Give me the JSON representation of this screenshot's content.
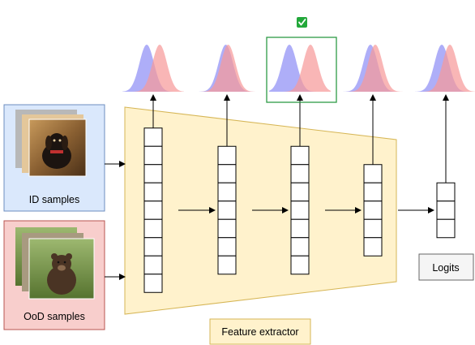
{
  "labels": {
    "id_samples": "ID samples",
    "ood_samples": "OoD samples",
    "feature_extractor": "Feature extractor",
    "logits": "Logits"
  },
  "selected_check_icon": "check-mark-icon",
  "layers": [
    {
      "cells": 9,
      "selected": false
    },
    {
      "cells": 7,
      "selected": false
    },
    {
      "cells": 7,
      "selected": true
    },
    {
      "cells": 5,
      "selected": false
    },
    {
      "cells": 3,
      "selected": false
    }
  ],
  "colors": {
    "id_box_fill": "#dae8fc",
    "id_box_stroke": "#6c8ebf",
    "ood_box_fill": "#f8cecc",
    "ood_box_stroke": "#b85450",
    "extractor_fill": "#fff2cc",
    "extractor_stroke": "#d6b656",
    "blue_dist": "#8f8ff5",
    "red_dist": "#f79a9a",
    "highlight": "#2e9b46",
    "check_fill": "#22a83a"
  }
}
